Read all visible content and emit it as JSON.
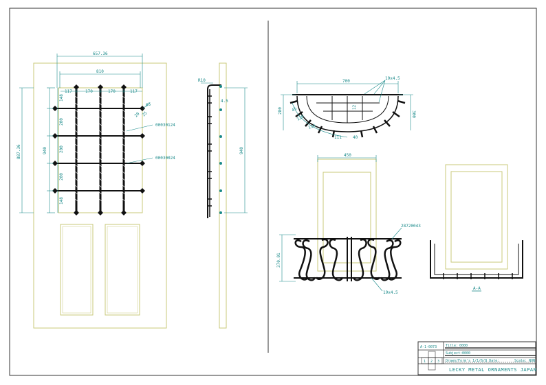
{
  "colors": {
    "frame": "#333333",
    "door": "#c8c87a",
    "dimension": "#1a8a8a",
    "bar": "#111111"
  },
  "left_view": {
    "dim_top_overall": "657.36",
    "dim_inner_width": "810",
    "col_spacings": [
      "117",
      "170",
      "170",
      "117"
    ],
    "row_spacings": [
      "148",
      "200",
      "200",
      "200",
      "148"
    ],
    "dim_height_inner": "940",
    "dim_height_overall": "887.36",
    "dim_radius": "φ5",
    "dim_small_a": "20",
    "dim_small_b": "25",
    "part_label_1": "00030124",
    "part_label_2": "00030024"
  },
  "side_view": {
    "dim_radius": "R10",
    "dim_thickness": "4.5",
    "dim_height": "940"
  },
  "arc_view": {
    "dim_width": "700",
    "dim_bar": "19x4.5",
    "dim_left": "280",
    "dim_right": "300",
    "dim_12": "12",
    "dim_s1": "45",
    "dim_s2": "120",
    "dim_s3": "114",
    "dim_s4": "111",
    "dim_s5": "40"
  },
  "railing_view": {
    "dim_width": "450",
    "dim_height": "370.01",
    "part_label": "28720043",
    "bar_label": "19x4.5"
  },
  "section_view": {
    "label": "A-A"
  },
  "title_block": {
    "drawing_no": "A-1-0073",
    "title_label": "Title:",
    "title_value": "0000",
    "subject_label": "Subject:",
    "subject_value": "0000",
    "drawn_label": "Drawn/Form's 1/1/6/8 Date:",
    "scale_label": "Scale: NON",
    "company": "LECKY METAL ORNAMENTS JAPAN",
    "cell_1": "1",
    "cell_2": "2",
    "cell_3": "3"
  }
}
